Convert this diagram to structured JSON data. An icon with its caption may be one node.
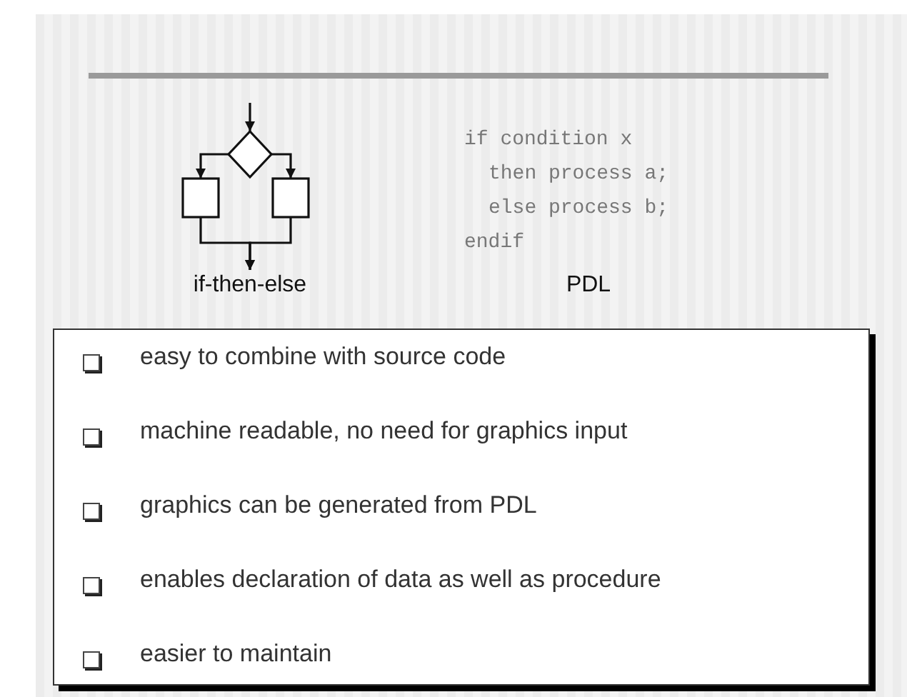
{
  "diagram": {
    "nodes": [
      {
        "text": [],
        "shape": "diamond"
      },
      {
        "text": [],
        "shape": "box"
      },
      {
        "text": [],
        "shape": "box"
      },
      {
        "text": [
          "if-then-else"
        ]
      },
      {
        "text": [
          "easy to combine with source code",
          "machine readable, no need for graphics input",
          "graphics can be generated from PDL",
          "enables declaration of data as well as procedure",
          "easier to maintain"
        ]
      }
    ],
    "edges": [
      {
        "from": null,
        "to": 0,
        "arrow": "to"
      },
      {
        "from": 0,
        "to": 1,
        "arrow": "to"
      },
      {
        "from": 0,
        "to": 2,
        "arrow": "to"
      },
      {
        "from": 1,
        "to": 3,
        "arrow": "to"
      },
      {
        "from": 2,
        "to": 3,
        "arrow": "to"
      }
    ],
    "labels": [
      "if condition x",
      "then process a;",
      "else process b;",
      "endif",
      "PDL"
    ]
  }
}
